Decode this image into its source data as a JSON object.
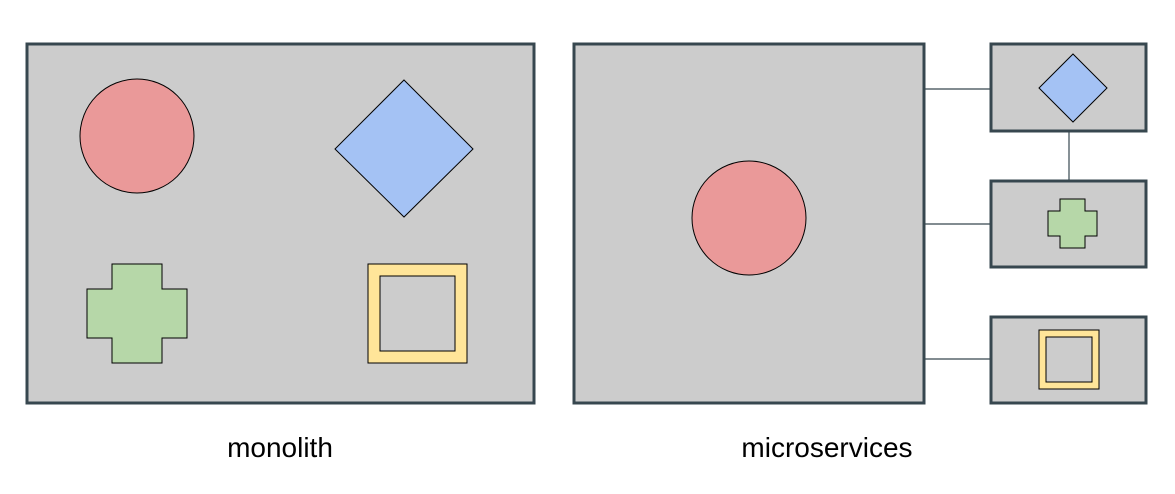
{
  "labels": {
    "monolith": "monolith",
    "microservices": "microservices"
  },
  "colors": {
    "box_fill": "#cccccc",
    "box_stroke": "#37474f",
    "circle": "#ea9999",
    "diamond": "#a4c2f4",
    "cross": "#b6d7a8",
    "square_frame": "#ffe599",
    "connector": "#37474f"
  },
  "shapes": {
    "circle": "circle-shape",
    "diamond": "diamond-shape",
    "cross": "cross-shape",
    "square": "square-frame-shape"
  }
}
